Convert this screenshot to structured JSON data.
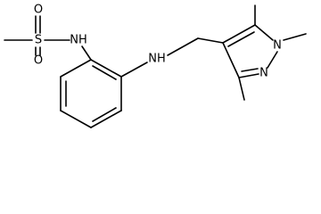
{
  "atoms": {
    "s1": "S",
    "o_upper": "O",
    "o_lower": "O",
    "nh_sulfonamide": "NH",
    "nh_amine": "NH",
    "n_methyl": "N",
    "n_ring": "N"
  },
  "colors": {
    "bond": "#000000",
    "label": "#000000",
    "background": "#ffffff"
  }
}
